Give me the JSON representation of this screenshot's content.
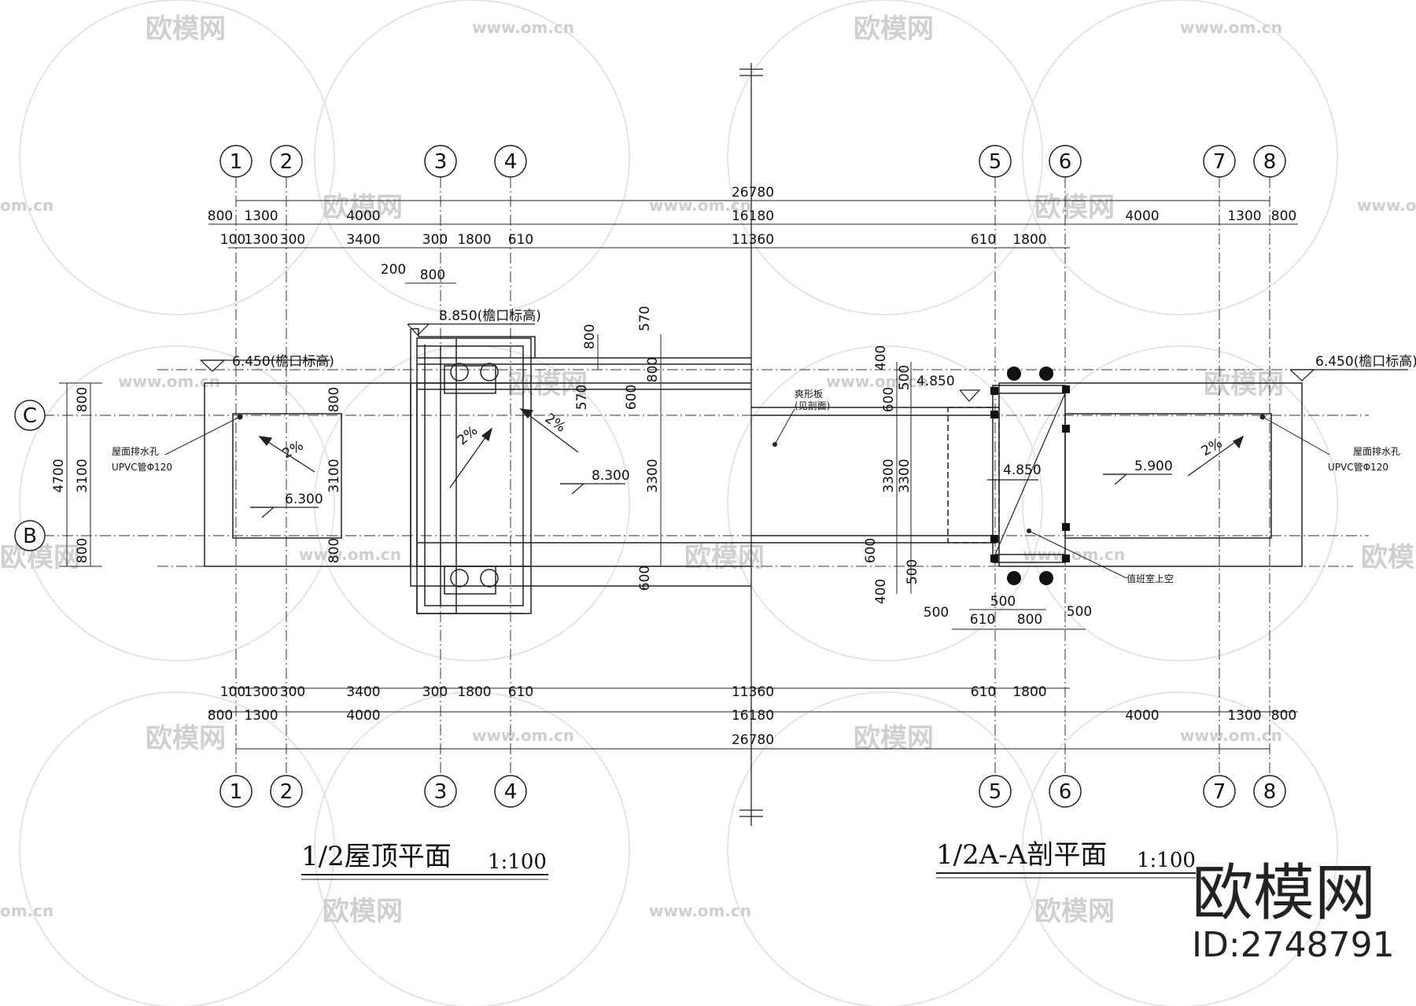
{
  "watermark": {
    "logo_text": "欧模网",
    "url_text": "www.om.cn",
    "edge_text": "om.cn",
    "brand": "欧模网",
    "id_label": "ID:2748791"
  },
  "axes": {
    "labels": [
      "1",
      "2",
      "3",
      "4",
      "5",
      "6",
      "7",
      "8"
    ],
    "row_labels": [
      "C",
      "B"
    ]
  },
  "dims": {
    "top_total": "26780",
    "top_mid": [
      "800",
      "1300",
      "4000",
      "16180",
      "4000",
      "1300",
      "800"
    ],
    "top_detail": [
      "100",
      "1300",
      "300",
      "3400",
      "300",
      "1800",
      "610",
      "11360",
      "610",
      "1800"
    ],
    "top_extra": [
      "200",
      "800"
    ],
    "bottom_detail": [
      "100",
      "1300",
      "300",
      "3400",
      "300",
      "1800",
      "610",
      "11360",
      "610",
      "1800"
    ],
    "bottom_mid": [
      "800",
      "1300",
      "4000",
      "16180",
      "4000",
      "1300",
      "800"
    ],
    "bottom_total": "26780",
    "left_vert": [
      "800",
      "3100",
      "800"
    ],
    "left_total": "4700",
    "inner_vert": [
      "800",
      "3100",
      "800"
    ],
    "center_vert": [
      "800",
      "570",
      "800",
      "600",
      "570",
      "3300",
      "600"
    ],
    "right_vert": [
      "400",
      "500",
      "600",
      "3300",
      "3300",
      "600",
      "500",
      "400"
    ],
    "lower_right": [
      "500",
      "610",
      "800",
      "500",
      "500"
    ],
    "small_800": "800"
  },
  "annotations": {
    "elev_left": "6.450(檐口标高)",
    "elev_top": "8.850(檐口标高)",
    "elev_right": "6.450(檐口标高)",
    "elev_485a": "4.850",
    "elev_485b": "4.850",
    "elev_630": "6.300",
    "elev_830": "8.300",
    "elev_590": "5.900",
    "slope": "2%",
    "drain_left_1": "屋面排水孔",
    "drain_left_2": "UPVC管Φ120",
    "drain_right_1": "屋面排水孔",
    "drain_right_2": "UPVC管Φ120",
    "note_panel_1": "爽形板",
    "note_panel_2": "(见剖面)",
    "note_room": "值班室上空"
  },
  "titles": {
    "left_title": "1/2屋顶平面",
    "left_scale": "1:100",
    "right_title": "1/2A-A剖平面",
    "right_scale": "1:100"
  }
}
